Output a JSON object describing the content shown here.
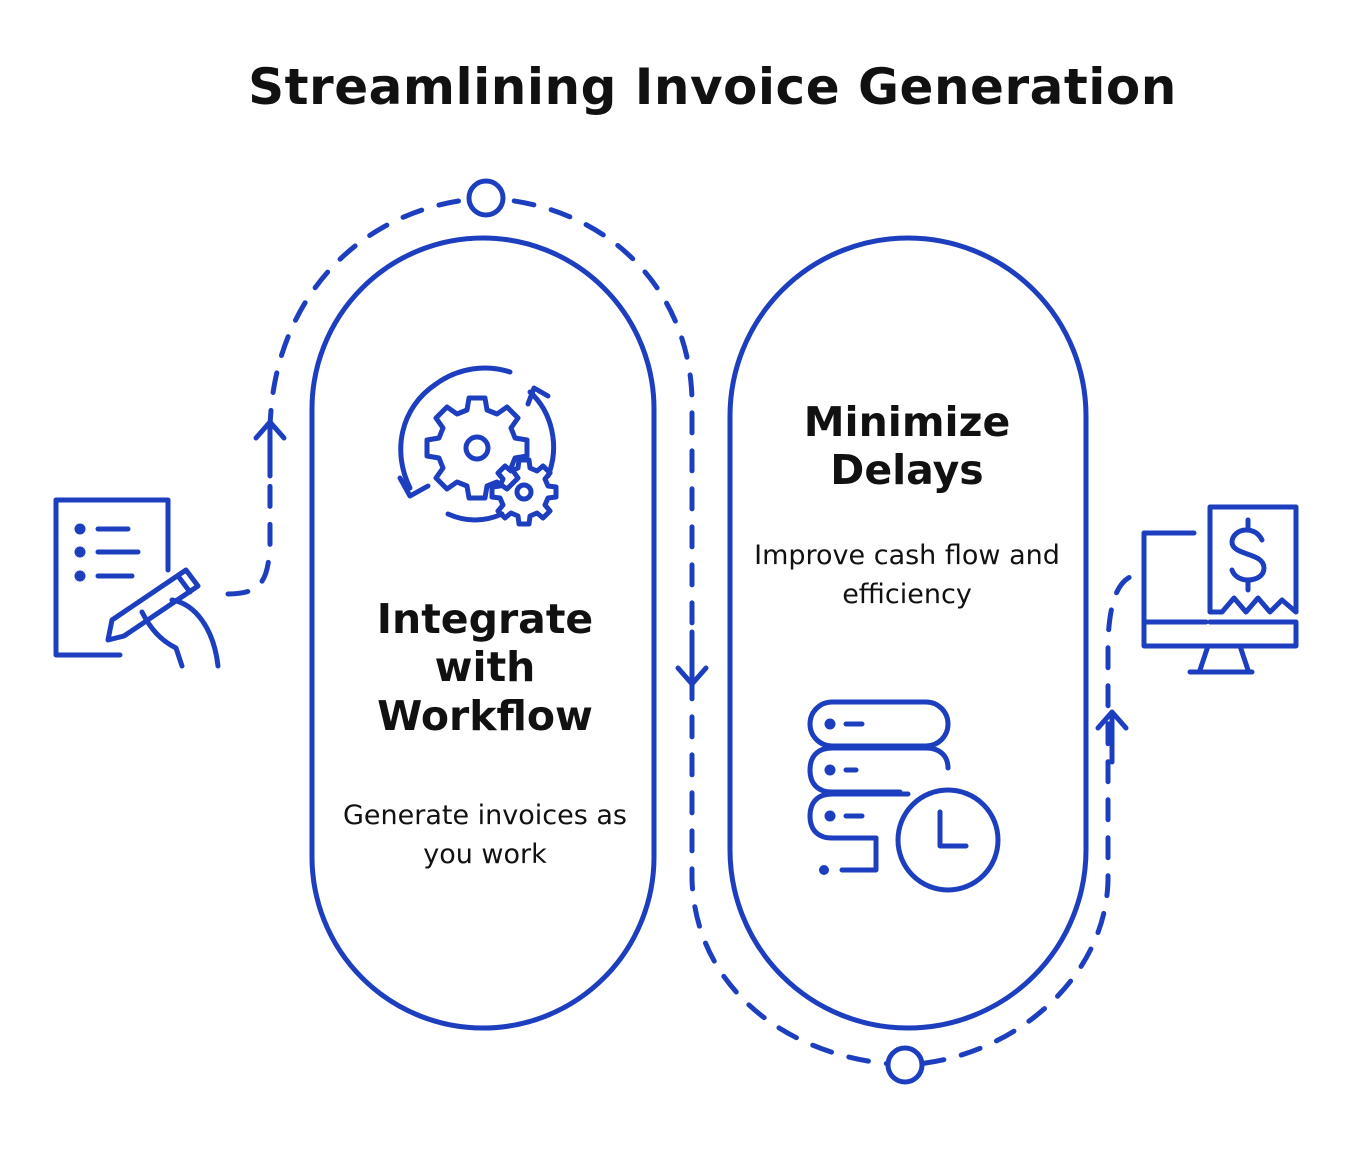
{
  "title": "Streamlining Invoice Generation",
  "colors": {
    "accent": "#1d3fbf",
    "text": "#111111",
    "background": "#ffffff"
  },
  "stages": [
    {
      "title": "Integrate with Workflow",
      "description": "Generate invoices as you work",
      "icon": "gears-cycle-icon"
    },
    {
      "title": "Minimize Delays",
      "description": "Improve cash flow and efficiency",
      "icon": "server-clock-icon"
    }
  ],
  "side_icons": {
    "left": "document-signing-icon",
    "right": "monitor-invoice-icon"
  }
}
